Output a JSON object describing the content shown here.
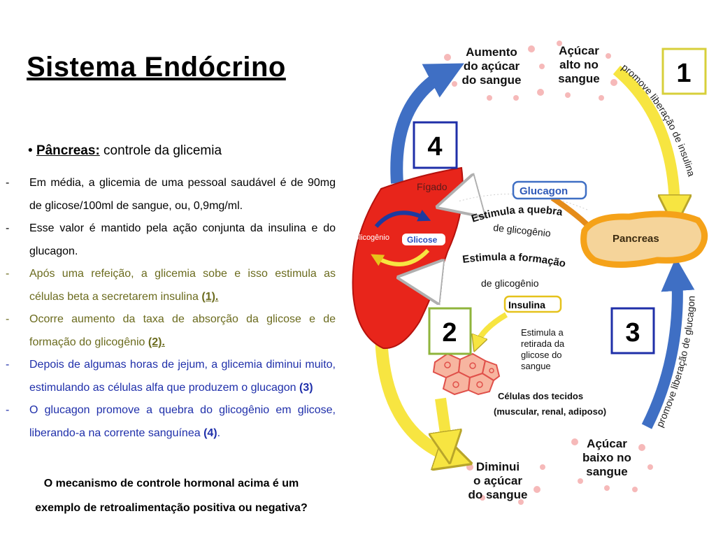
{
  "title": "Sistema Endócrino",
  "subtitle": {
    "lead": "Pâncreas:",
    "rest": " controle da glicemia"
  },
  "items": [
    {
      "parts": [
        {
          "t": "Em média, a glicemia de uma pessoal saudável é de 90mg de glicose/100ml de sangue, ou, 0,9mg/ml."
        }
      ]
    },
    {
      "parts": [
        {
          "t": "Esse valor é mantido pela ação conjunta da insulina e do glucagon."
        }
      ]
    },
    {
      "parts": [
        {
          "t": "Após uma refeição, a glicemia sobe e isso estimula as células beta a secretarem insulina "
        },
        {
          "t": "(1).",
          "ref": true
        }
      ]
    },
    {
      "parts": [
        {
          "t": "Ocorre aumento da taxa de absorção da glicose e de formação do glicogênio "
        },
        {
          "t": "(2).",
          "ref": true
        }
      ]
    },
    {
      "parts": [
        {
          "t": "Depois de algumas horas de jejum, a glicemia diminui muito, estimulando as células alfa que produzem o glucagon "
        },
        {
          "t": "(3)",
          "bold": true
        }
      ]
    },
    {
      "parts": [
        {
          "t": "O glucagon promove a quebra do glicogênio em glicose, liberando-a na corrente sanguínea "
        },
        {
          "t": "(4)",
          "bold": true
        },
        {
          "t": "."
        }
      ]
    }
  ],
  "question": {
    "line1": "O mecanismo de controle hormonal acima é um",
    "line2": "exemplo de retroalimentação positiva ou negativa?"
  },
  "diagram": {
    "top_left": [
      "Aumento",
      "do açúcar",
      "do sangue"
    ],
    "top_right": [
      "Açúcar",
      "alto no",
      "sangue"
    ],
    "promove_insulina": "promove liberação de insulina",
    "promove_glucagon": "promove liberação de glucagon",
    "figado": "Fígado",
    "glucagon": "Glucagon",
    "pancreas": "Pancreas",
    "insulina": "Insulina",
    "glicogenio": "Glicogênio",
    "glicose": "Glicose",
    "quebra": [
      "Estimula a quebra",
      "de glicogênio"
    ],
    "formacao": [
      "Estimula a formação",
      "de glicogênio"
    ],
    "retirada": [
      "Estimula a",
      "retirada da",
      "glicose do",
      "sangue"
    ],
    "celulas": [
      "Células dos tecidos",
      "(muscular, renal, adiposo)"
    ],
    "baixo": [
      "Açúcar",
      "baixo no",
      "sangue"
    ],
    "diminui": [
      "Diminui",
      "o açúcar",
      "do sangue"
    ],
    "box1": "1",
    "box2": "2",
    "box3": "3",
    "box4": "4"
  },
  "colors": {
    "blue_box": "#1f2fa8",
    "yellow_box": "#d7cf3a",
    "green_box": "#8fb43c",
    "liver": "#e8251b",
    "pancreas": "#f5d49a",
    "orange": "#f5a219",
    "blue_arrow": "#3f6fc4",
    "yellow_arrow": "#f7e541",
    "olive_text": "#6b6b1e",
    "blue_text": "#1f2faa"
  }
}
